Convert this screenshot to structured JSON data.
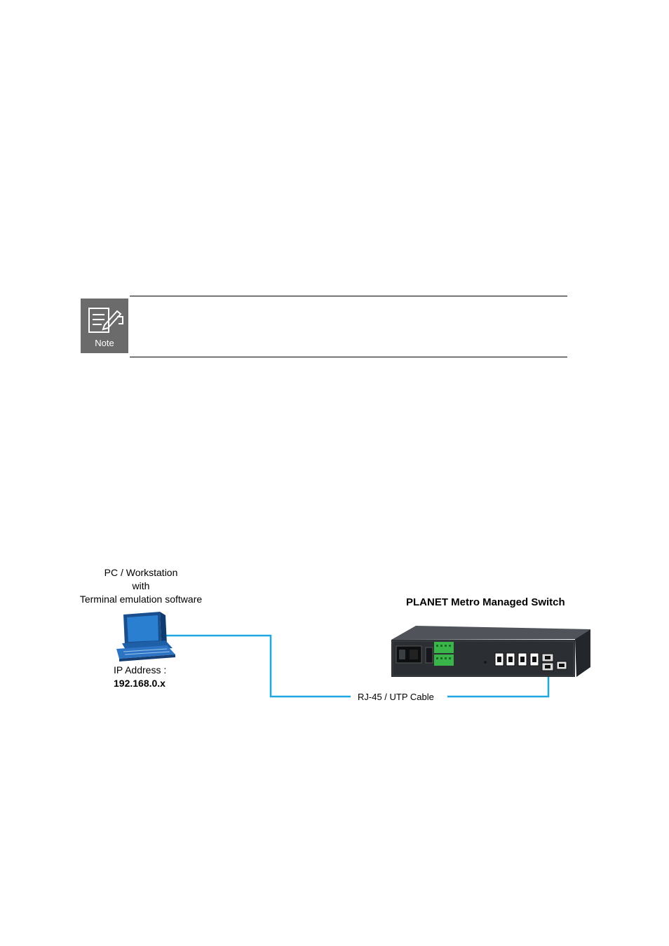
{
  "note": {
    "label": "Note"
  },
  "diagram": {
    "pc": {
      "line1": "PC / Workstation",
      "line2": "with",
      "line3": "Terminal emulation software",
      "ip_label": "IP Address :",
      "ip_value": "192.168.0.x"
    },
    "switch_title": "PLANET Metro Managed Switch",
    "cable_label": "RJ-45 / UTP Cable",
    "colors": {
      "cable": "#1ea7e1",
      "monitor": "#2a7fd1",
      "switch_body": "#2b2e33",
      "terminal_green": "#3ab54a"
    }
  }
}
